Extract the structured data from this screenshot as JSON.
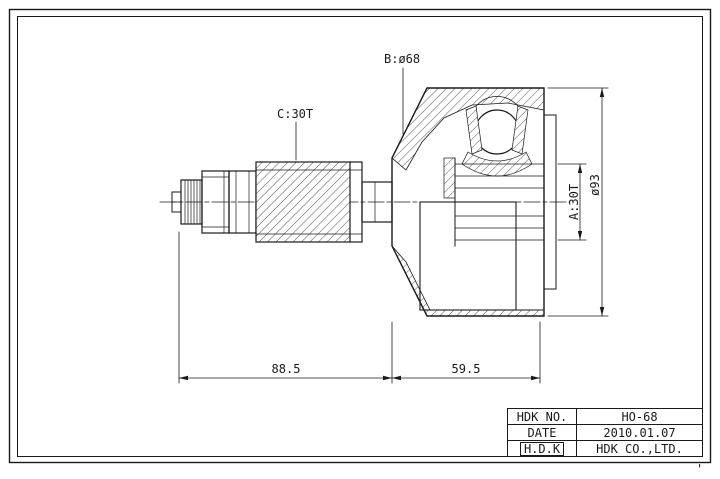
{
  "colors": {
    "ink": "#1a1a1a",
    "paper": "#ffffff"
  },
  "drawing": {
    "callouts": {
      "b": "B:ø68",
      "c": "C:30T",
      "a": "A:30T",
      "dia": "ø93"
    },
    "dimensions": {
      "shaft_length": "88.5",
      "joint_length": "59.5"
    }
  },
  "title_block": {
    "rows": [
      {
        "label": "HDK NO.",
        "value": "HO-68"
      },
      {
        "label": "DATE",
        "value": "2010.01.07"
      },
      {
        "label": "H.D.K",
        "value": "HDK CO.,LTD."
      }
    ]
  },
  "marks": {
    "stray": "'"
  }
}
